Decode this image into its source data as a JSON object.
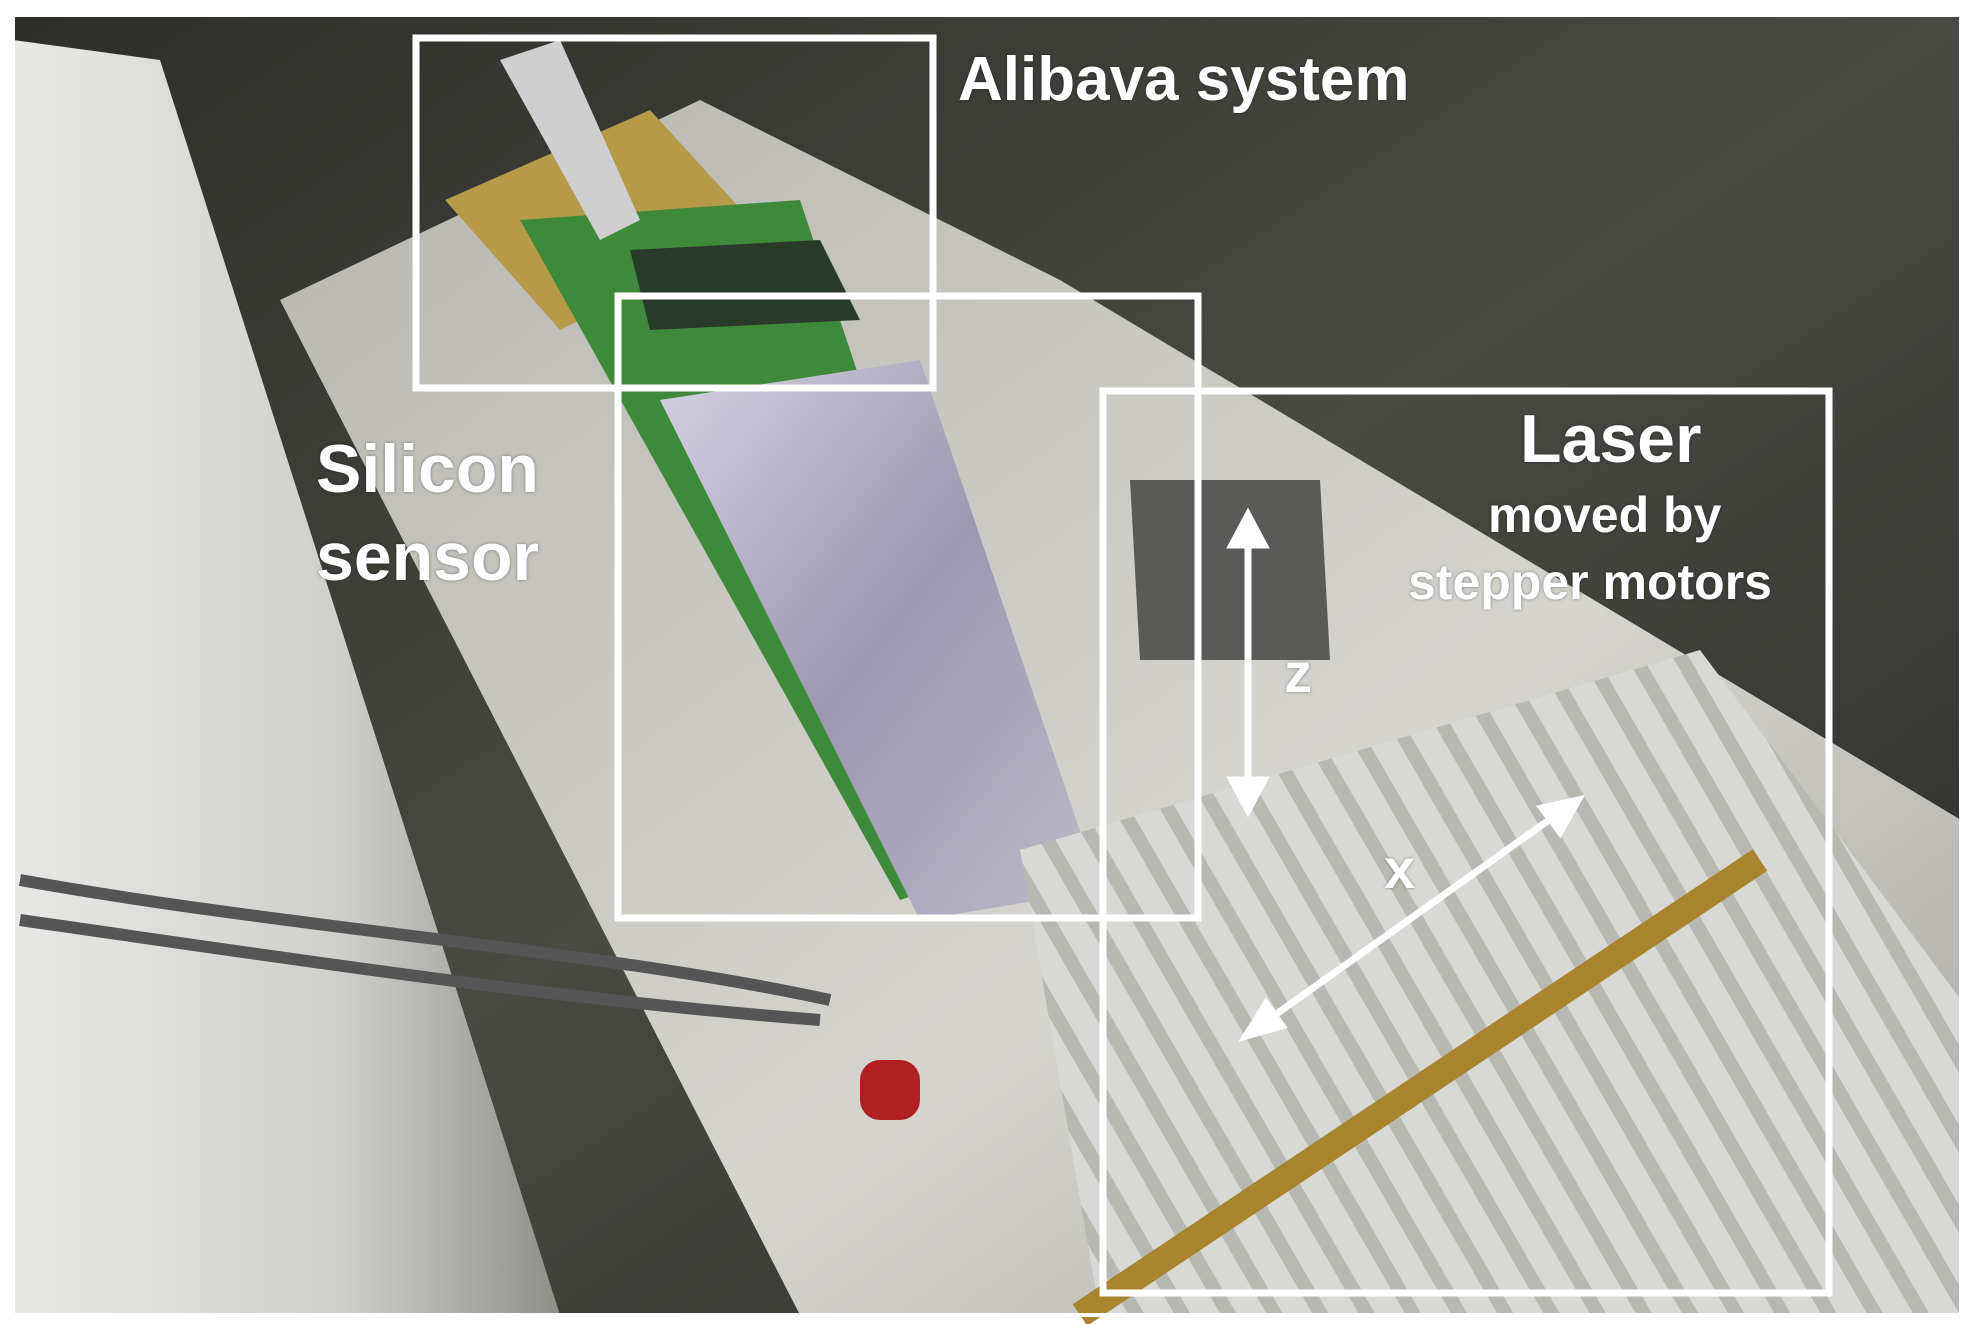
{
  "annotations": {
    "alibava": "Alibava system",
    "silicon_line1": "Silicon",
    "silicon_line2": "sensor",
    "laser_title": "Laser",
    "laser_line2": "moved by",
    "laser_line3": "stepper motors",
    "z_axis": "z",
    "x_axis": "x"
  },
  "colors": {
    "frame": "#ffffff",
    "pcb": "#3f8a3a",
    "sensor": "#b8b6c8",
    "aluminum": "#c9c7c2",
    "background": "#3a3a36"
  }
}
